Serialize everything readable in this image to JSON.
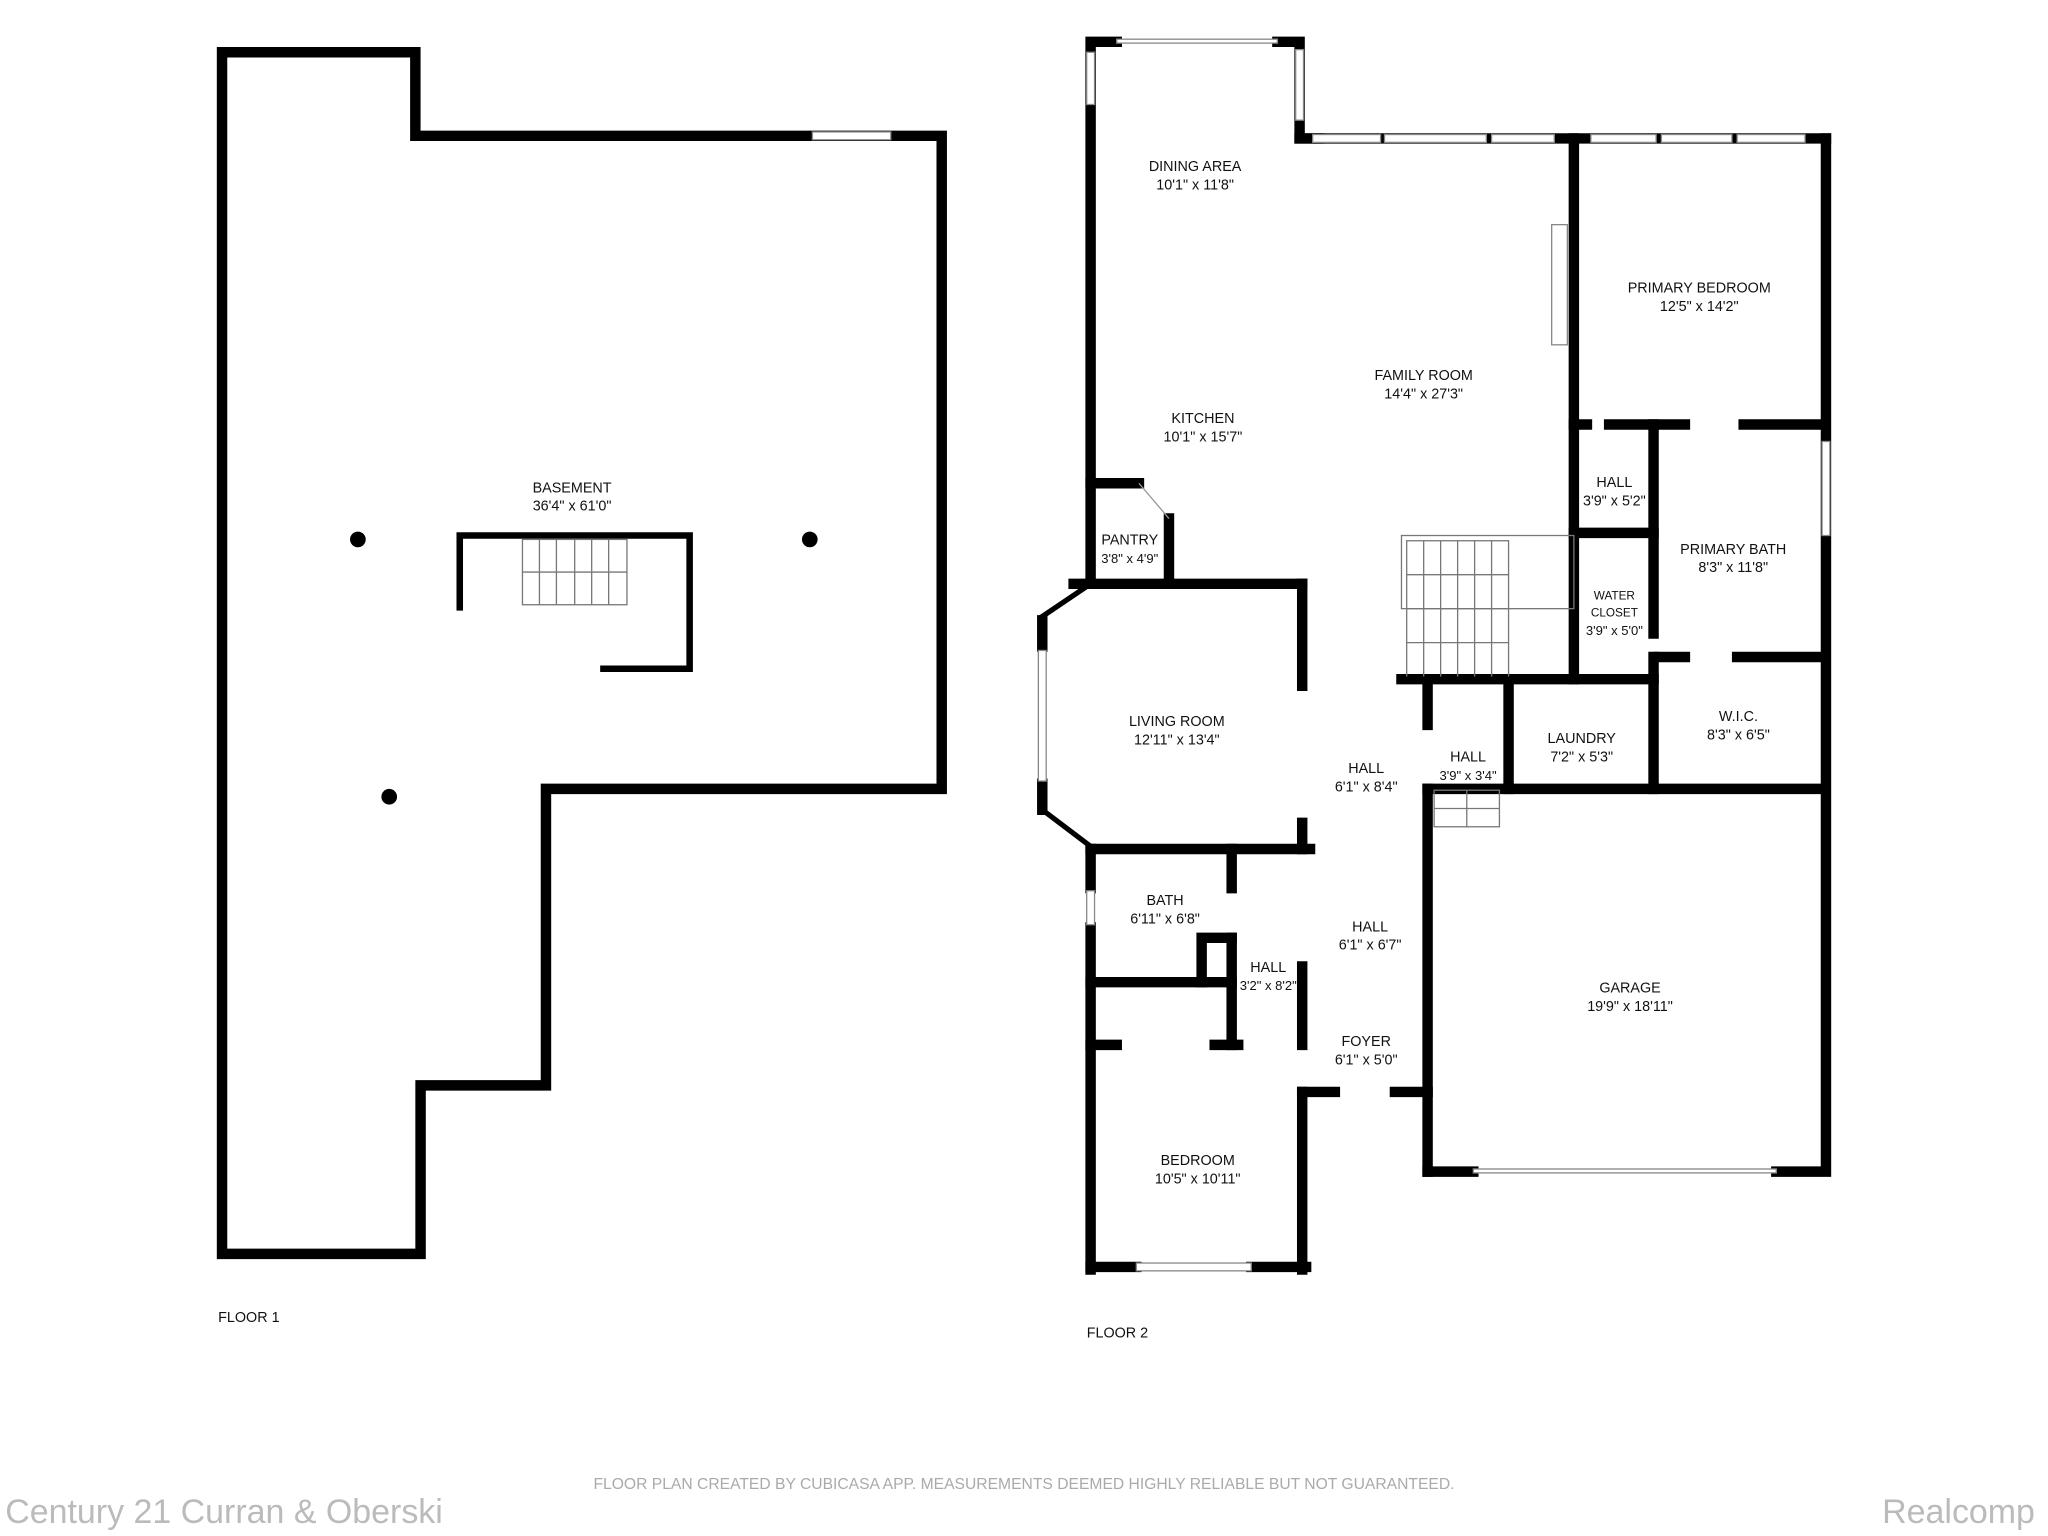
{
  "floors": [
    {
      "label": "FLOOR 1",
      "rooms": [
        {
          "name": "BASEMENT",
          "size": "36'4\" x 61'0\""
        }
      ]
    },
    {
      "label": "FLOOR 2",
      "rooms": [
        {
          "name": "DINING AREA",
          "size": "10'1\" x 11'8\""
        },
        {
          "name": "FAMILY ROOM",
          "size": "14'4\" x 27'3\""
        },
        {
          "name": "KITCHEN",
          "size": "10'1\" x 15'7\""
        },
        {
          "name": "PRIMARY BEDROOM",
          "size": "12'5\" x 14'2\""
        },
        {
          "name": "HALL",
          "size": "3'9\" x 5'2\""
        },
        {
          "name": "PRIMARY BATH",
          "size": "8'3\" x 11'8\""
        },
        {
          "name": "PANTRY",
          "size": "3'8\" x 4'9\""
        },
        {
          "name": "WATER",
          "name2": "CLOSET",
          "size": "3'9\" x 5'0\""
        },
        {
          "name": "LIVING ROOM",
          "size": "12'11\" x 13'4\""
        },
        {
          "name": "HALL",
          "size": "6'1\" x 8'4\""
        },
        {
          "name": "HALL",
          "size": "3'9\" x 3'4\""
        },
        {
          "name": "LAUNDRY",
          "size": "7'2\" x 5'3\""
        },
        {
          "name": "W.I.C.",
          "size": "8'3\" x 6'5\""
        },
        {
          "name": "BATH",
          "size": "6'11\" x 6'8\""
        },
        {
          "name": "HALL",
          "size": "6'1\" x 6'7\""
        },
        {
          "name": "HALL",
          "size": "3'2\" x 8'2\""
        },
        {
          "name": "GARAGE",
          "size": "19'9\" x 18'11\""
        },
        {
          "name": "FOYER",
          "size": "6'1\" x 5'0\""
        },
        {
          "name": "BEDROOM",
          "size": "10'5\" x 10'11\""
        }
      ]
    }
  ],
  "disclaimer": "FLOOR PLAN CREATED BY CUBICASA APP. MEASUREMENTS DEEMED HIGHLY RELIABLE BUT NOT GUARANTEED.",
  "watermark_left": "Century 21 Curran & Oberski",
  "watermark_right": "Realcomp"
}
